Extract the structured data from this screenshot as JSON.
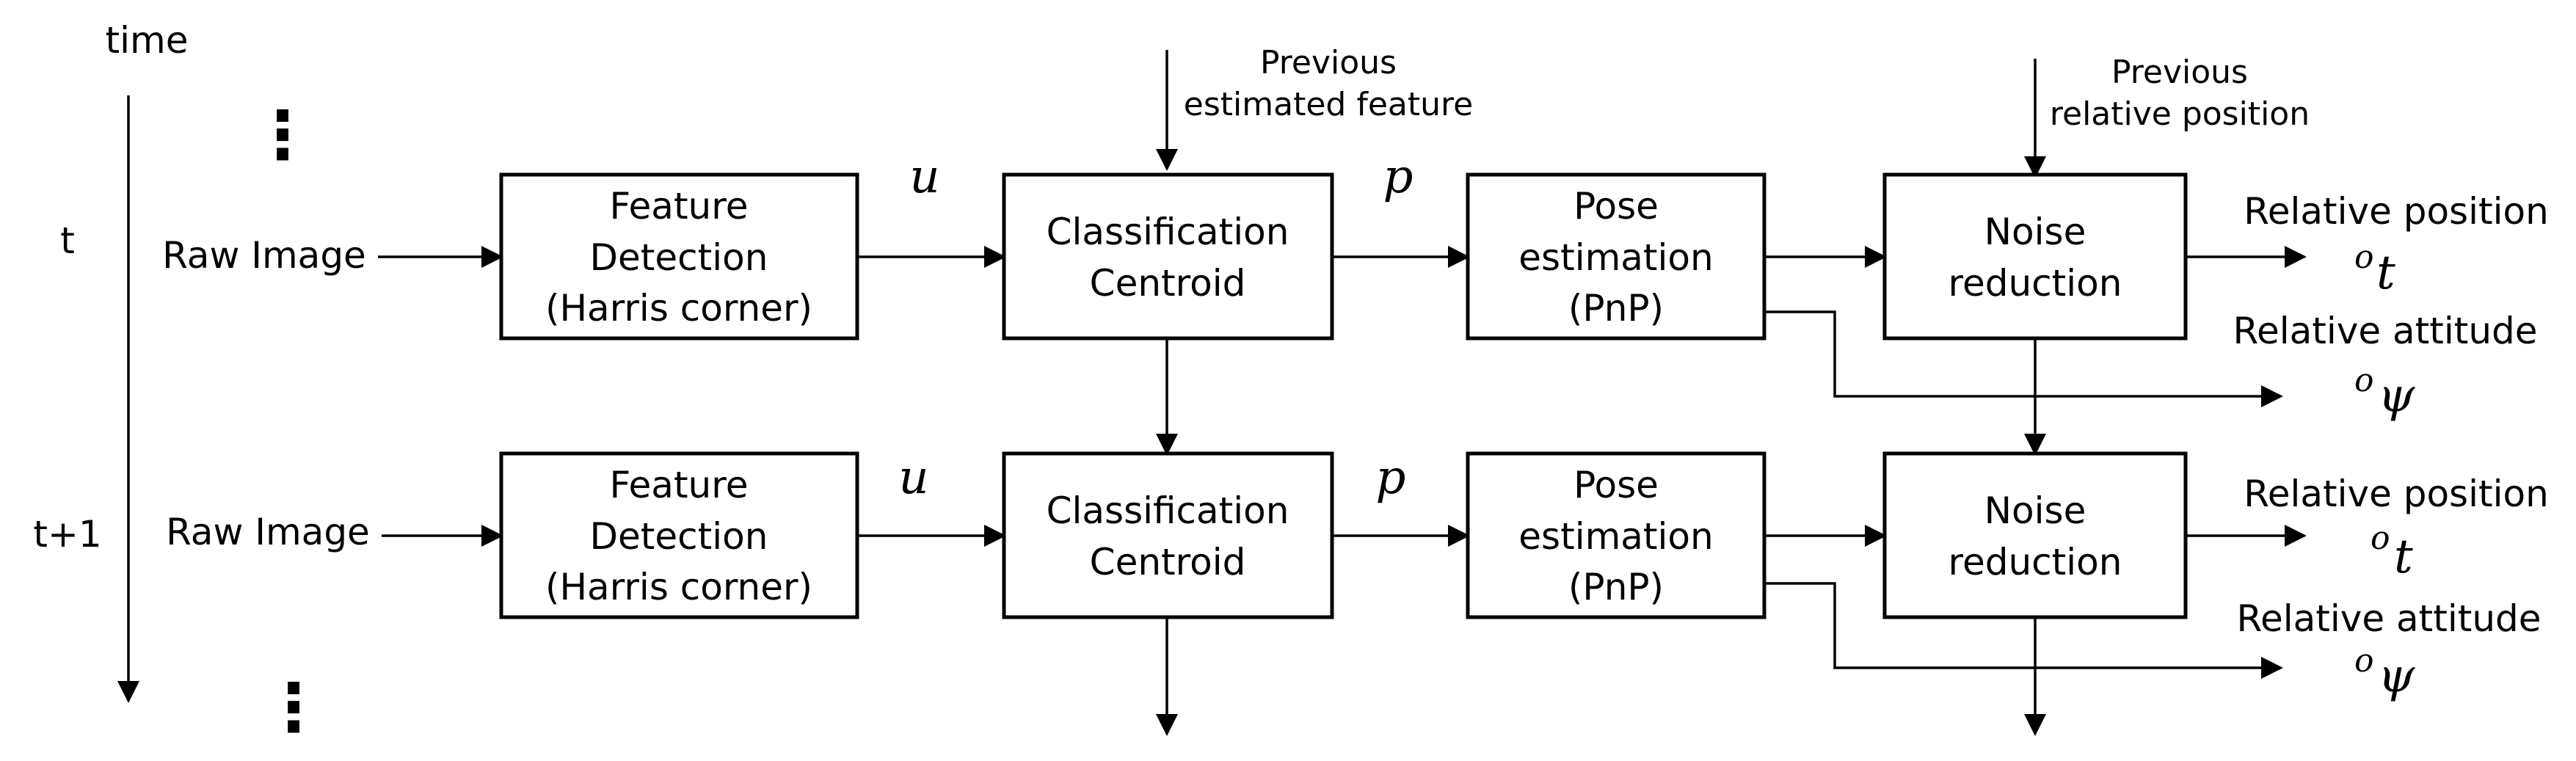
{
  "time_axis": {
    "label": "time",
    "rows": [
      "t",
      "t+1"
    ]
  },
  "rows": [
    {
      "input": "Raw Image",
      "feature": [
        "Feature",
        "Detection",
        "(Harris corner)"
      ],
      "u": "u",
      "classification": [
        "Classification",
        "Centroid"
      ],
      "p": "p",
      "pose": [
        "Pose",
        "estimation",
        "(PnP)"
      ],
      "noise": [
        "Noise",
        "reduction"
      ],
      "out_position": "Relative position",
      "out_position_sup": "o",
      "out_position_sym": "t",
      "out_attitude": "Relative attitude",
      "out_attitude_sup": "o",
      "out_attitude_sym": "ψ"
    },
    {
      "input": "Raw Image",
      "feature": [
        "Feature",
        "Detection",
        "(Harris corner)"
      ],
      "u": "u",
      "classification": [
        "Classification",
        "Centroid"
      ],
      "p": "p",
      "pose": [
        "Pose",
        "estimation",
        "(PnP)"
      ],
      "noise": [
        "Noise",
        "reduction"
      ],
      "out_position": "Relative position",
      "out_position_sup": "o",
      "out_position_sym": "t",
      "out_attitude": "Relative attitude",
      "out_attitude_sup": "o",
      "out_attitude_sym": "ψ"
    }
  ],
  "top_inputs": {
    "prev_feature": [
      "Previous",
      "estimated feature"
    ],
    "prev_position": [
      "Previous",
      "relative position"
    ]
  },
  "ellipsis": "⋮"
}
